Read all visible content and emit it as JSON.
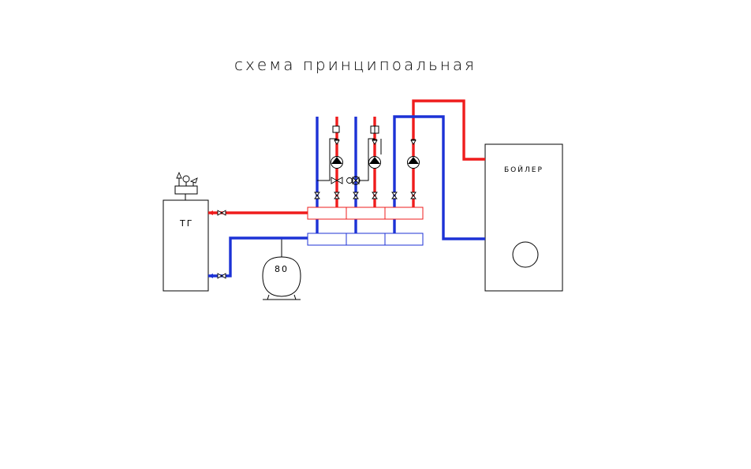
{
  "title": "схема  принципоальная",
  "labels": {
    "gas_boiler": "ТГ",
    "water_heater": "БОЙЛЕР",
    "expansion_tank": "80"
  },
  "colors": {
    "supply": "#ef1c1c",
    "return": "#1c32d6",
    "lines": "#000000",
    "background": "#ffffff"
  },
  "icons": [
    "valve-icon",
    "pump-icon",
    "three-way-valve-icon",
    "safety-group-icon"
  ]
}
